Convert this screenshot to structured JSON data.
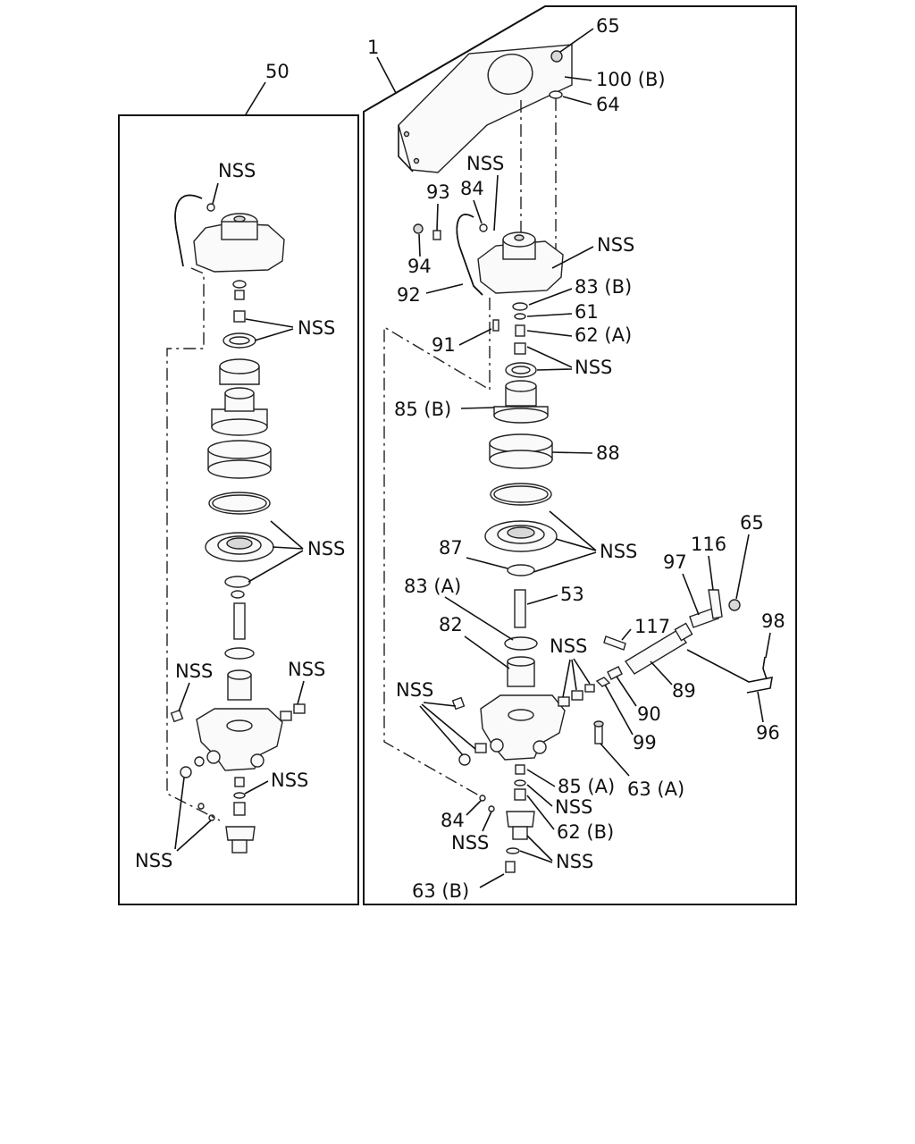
{
  "assemblies": {
    "left_assembly": "50",
    "right_assembly": "1"
  },
  "left_labels": {
    "nss_top": "NSS",
    "nss_seal": "NSS",
    "nss_diaphragm": "NSS",
    "nss_left_fitting": "NSS",
    "nss_right_fitting": "NSS",
    "nss_oring": "NSS",
    "nss_bottom": "NSS"
  },
  "right_labels": {
    "p65_top": "65",
    "p100b": "100 (B)",
    "p64": "64",
    "p93": "93",
    "p84_top": "84",
    "nss_top": "NSS",
    "nss_cover": "NSS",
    "p94": "94",
    "p92": "92",
    "p83b": "83 (B)",
    "p61": "61",
    "p62a": "62 (A)",
    "p91": "91",
    "nss_seal": "NSS",
    "p85b": "85 (B)",
    "p88": "88",
    "p87": "87",
    "nss_diaphragm": "NSS",
    "p65_right": "65",
    "p116": "116",
    "p97": "97",
    "p83a": "83 (A)",
    "p53": "53",
    "p98": "98",
    "p82": "82",
    "p117": "117",
    "nss_fittings": "NSS",
    "p89": "89",
    "nss_left_group": "NSS",
    "p90": "90",
    "p99": "99",
    "p96": "96",
    "p85a": "85 (A)",
    "p63a": "63 (A)",
    "nss_spring": "NSS",
    "p84_bottom": "84",
    "p62b": "62 (B)",
    "nss_bottom_left": "NSS",
    "nss_bottom": "NSS",
    "p63b": "63 (B)"
  }
}
